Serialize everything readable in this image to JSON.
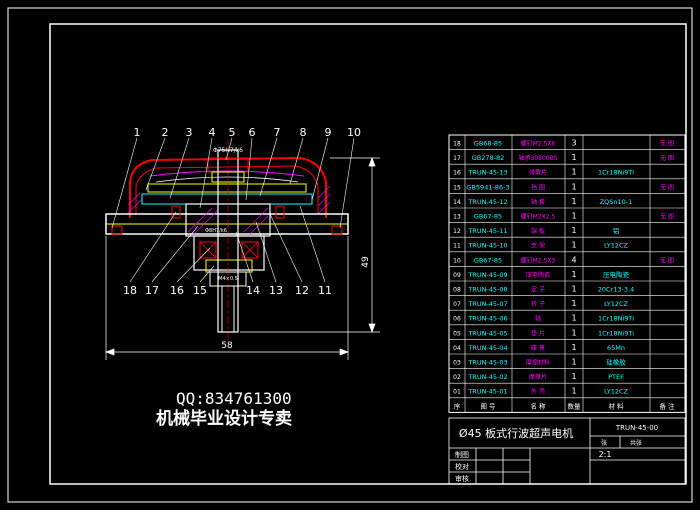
{
  "drawing": {
    "callouts_top": [
      "1",
      "2",
      "3",
      "4",
      "5",
      "6",
      "7",
      "8",
      "9",
      "10"
    ],
    "callouts_bottom": [
      "18",
      "17",
      "16",
      "15",
      "14",
      "13",
      "12",
      "11"
    ],
    "dim_width": "58",
    "dim_height": "49",
    "dim_note_top": "Φ75H7/k6",
    "dim_note_mid": "Φ8H7/k6",
    "dim_note_low": "M4×0.5"
  },
  "watermark": {
    "qq": "QQ:834761300",
    "title": "机械毕业设计专卖"
  },
  "bom": {
    "rows": [
      {
        "no": "18",
        "code": "GB68-85",
        "name": "螺钉M2.5X6",
        "qty": "3",
        "mat": "",
        "note": "无 图"
      },
      {
        "no": "17",
        "code": "GB278-82",
        "name": "轴承30800BS",
        "qty": "1",
        "mat": "",
        "note": "无 图"
      },
      {
        "no": "16",
        "code": "TRUN-45-13",
        "name": "弹簧片",
        "qty": "1",
        "mat": "1Cr18Ni9Ti",
        "note": ""
      },
      {
        "no": "15",
        "code": "GB5941-86-3",
        "name": "挡 圈",
        "qty": "1",
        "mat": "",
        "note": "无 图"
      },
      {
        "no": "14",
        "code": "TRUN-45-12",
        "name": "轴 套",
        "qty": "1",
        "mat": "ZQSn10-1",
        "note": ""
      },
      {
        "no": "13",
        "code": "GB67-85",
        "name": "螺钉M2X2.5",
        "qty": "1",
        "mat": "",
        "note": "无 图"
      },
      {
        "no": "12",
        "code": "TRUN-45-11",
        "name": "端 板",
        "qty": "1",
        "mat": "铝",
        "note": ""
      },
      {
        "no": "11",
        "code": "TRUN-45-10",
        "name": "支 架",
        "qty": "1",
        "mat": "LY12CZ",
        "note": ""
      },
      {
        "no": "10",
        "code": "GB67-85",
        "name": "螺钉M2.5X3",
        "qty": "4",
        "mat": "",
        "note": "无 图"
      },
      {
        "no": "09",
        "code": "TRUN-45-09",
        "name": "压电陶瓷",
        "qty": "1",
        "mat": "压电陶瓷",
        "note": ""
      },
      {
        "no": "08",
        "code": "TRUN-45-08",
        "name": "定 子",
        "qty": "1",
        "mat": "20Cr13-3.4",
        "note": ""
      },
      {
        "no": "07",
        "code": "TRUN-45-07",
        "name": "转 子",
        "qty": "1",
        "mat": "LY12CZ",
        "note": ""
      },
      {
        "no": "06",
        "code": "TRUN-45-06",
        "name": "轴",
        "qty": "1",
        "mat": "1Cr18Ni9Ti",
        "note": ""
      },
      {
        "no": "05",
        "code": "TRUN-45-05",
        "name": "垫 片",
        "qty": "1",
        "mat": "1Cr18Ni9Ti",
        "note": ""
      },
      {
        "no": "04",
        "code": "TRUN-45-04",
        "name": "碟 簧",
        "qty": "1",
        "mat": "65Mn",
        "note": ""
      },
      {
        "no": "03",
        "code": "TRUN-45-03",
        "name": "摩擦材料",
        "qty": "1",
        "mat": "硅橡胶",
        "note": ""
      },
      {
        "no": "02",
        "code": "TRUN-45-02",
        "name": "摩擦片",
        "qty": "1",
        "mat": "PTEF",
        "note": ""
      },
      {
        "no": "01",
        "code": "TRUN-45-01",
        "name": "外 壳",
        "qty": "1",
        "mat": "LY12CZ",
        "note": ""
      }
    ],
    "header": {
      "no": "序",
      "code": "图 号",
      "name": "名 称",
      "qty": "数量",
      "mat": "材 料",
      "note": "备 注"
    }
  },
  "titleblock": {
    "product": "Ø45 板式行波超声电机",
    "drawing_no": "TRUN-45-00",
    "count_label": "张",
    "count_value": "共张",
    "scale": "2:1",
    "row1": "制图",
    "row2": "校对",
    "row3": "审核"
  },
  "colors": {
    "background": "#000000",
    "frame": "#ffffff",
    "part_red": "#ff0000",
    "part_magenta": "#ff00ff",
    "part_cyan": "#00ffff",
    "part_yellow": "#ffff00",
    "text_cyan": "#00ffff",
    "text_magenta": "#ff00ff"
  }
}
